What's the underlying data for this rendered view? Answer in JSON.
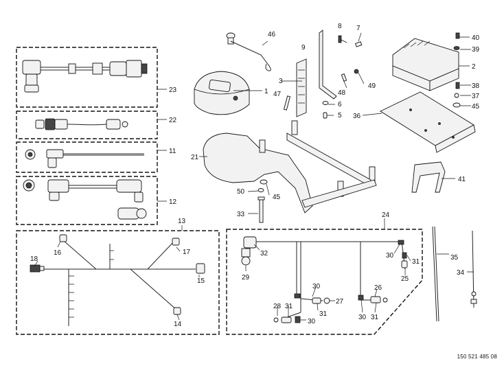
{
  "drawing_number": "150 521 485 08",
  "labels": {
    "l1": "1",
    "l2": "2",
    "l3": "3",
    "l5": "5",
    "l6": "6",
    "l7": "7",
    "l8": "8",
    "l9": "9",
    "l11": "11",
    "l12": "12",
    "l13": "13",
    "l14": "14",
    "l15": "15",
    "l16": "16",
    "l17": "17",
    "l18": "18",
    "l21": "21",
    "l22": "22",
    "l23": "23",
    "l24": "24",
    "l25": "25",
    "l26": "26",
    "l27": "27",
    "l28": "28",
    "l29": "29",
    "l30": "30",
    "l31": "31",
    "l32": "32",
    "l33": "33",
    "l34": "34",
    "l35": "35",
    "l36": "36",
    "l37": "37",
    "l38": "38",
    "l39": "39",
    "l40": "40",
    "l41": "41",
    "l45": "45",
    "l46": "46",
    "l47": "47",
    "l48": "48",
    "l49": "49",
    "l50": "50"
  }
}
